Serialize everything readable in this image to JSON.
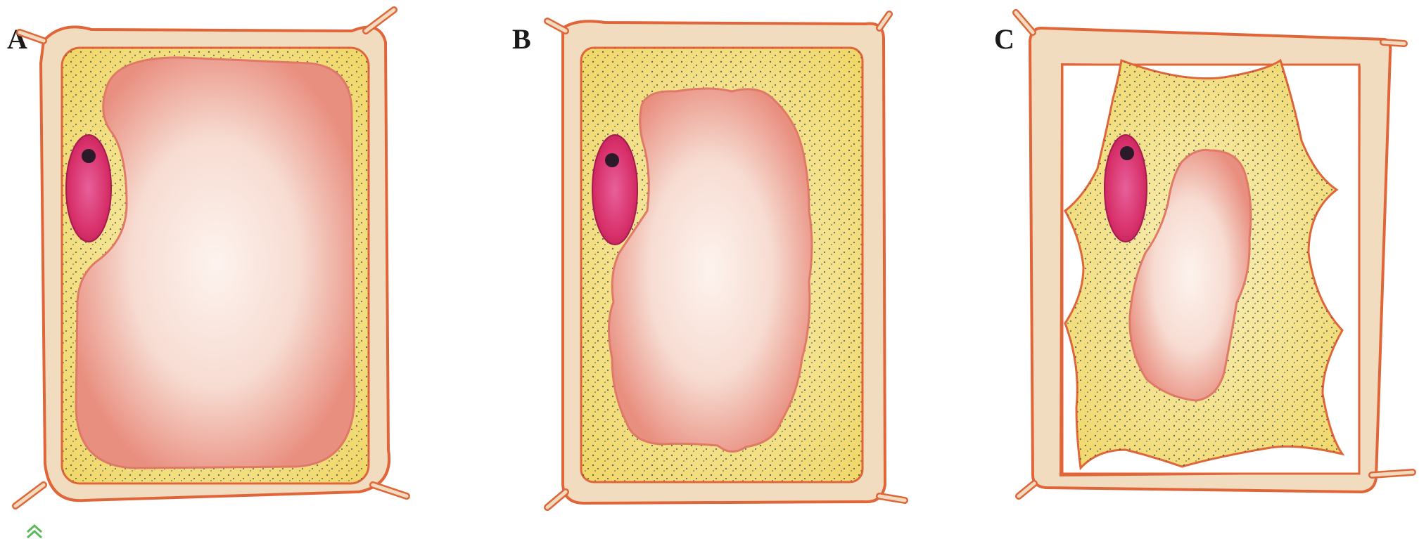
{
  "panels": [
    {
      "id": "A",
      "label": "A"
    },
    {
      "id": "B",
      "label": "B"
    },
    {
      "id": "C",
      "label": "C"
    }
  ],
  "colors": {
    "cell_wall_fill": "#f2dcbf",
    "cell_wall_outline": "#e0663a",
    "cytoplasm": "#f4e27a",
    "cytoplasm_light": "#f8efb8",
    "vacuole_edge": "#e98f80",
    "vacuole_center": "#fdf3ee",
    "nucleus": "#d8306a",
    "nucleolus": "#2a1a2a",
    "granules": "#3a4a6a",
    "corner_mark": "#5cb85c"
  },
  "icons": {
    "corner_mark": "up-chevrons-icon"
  }
}
